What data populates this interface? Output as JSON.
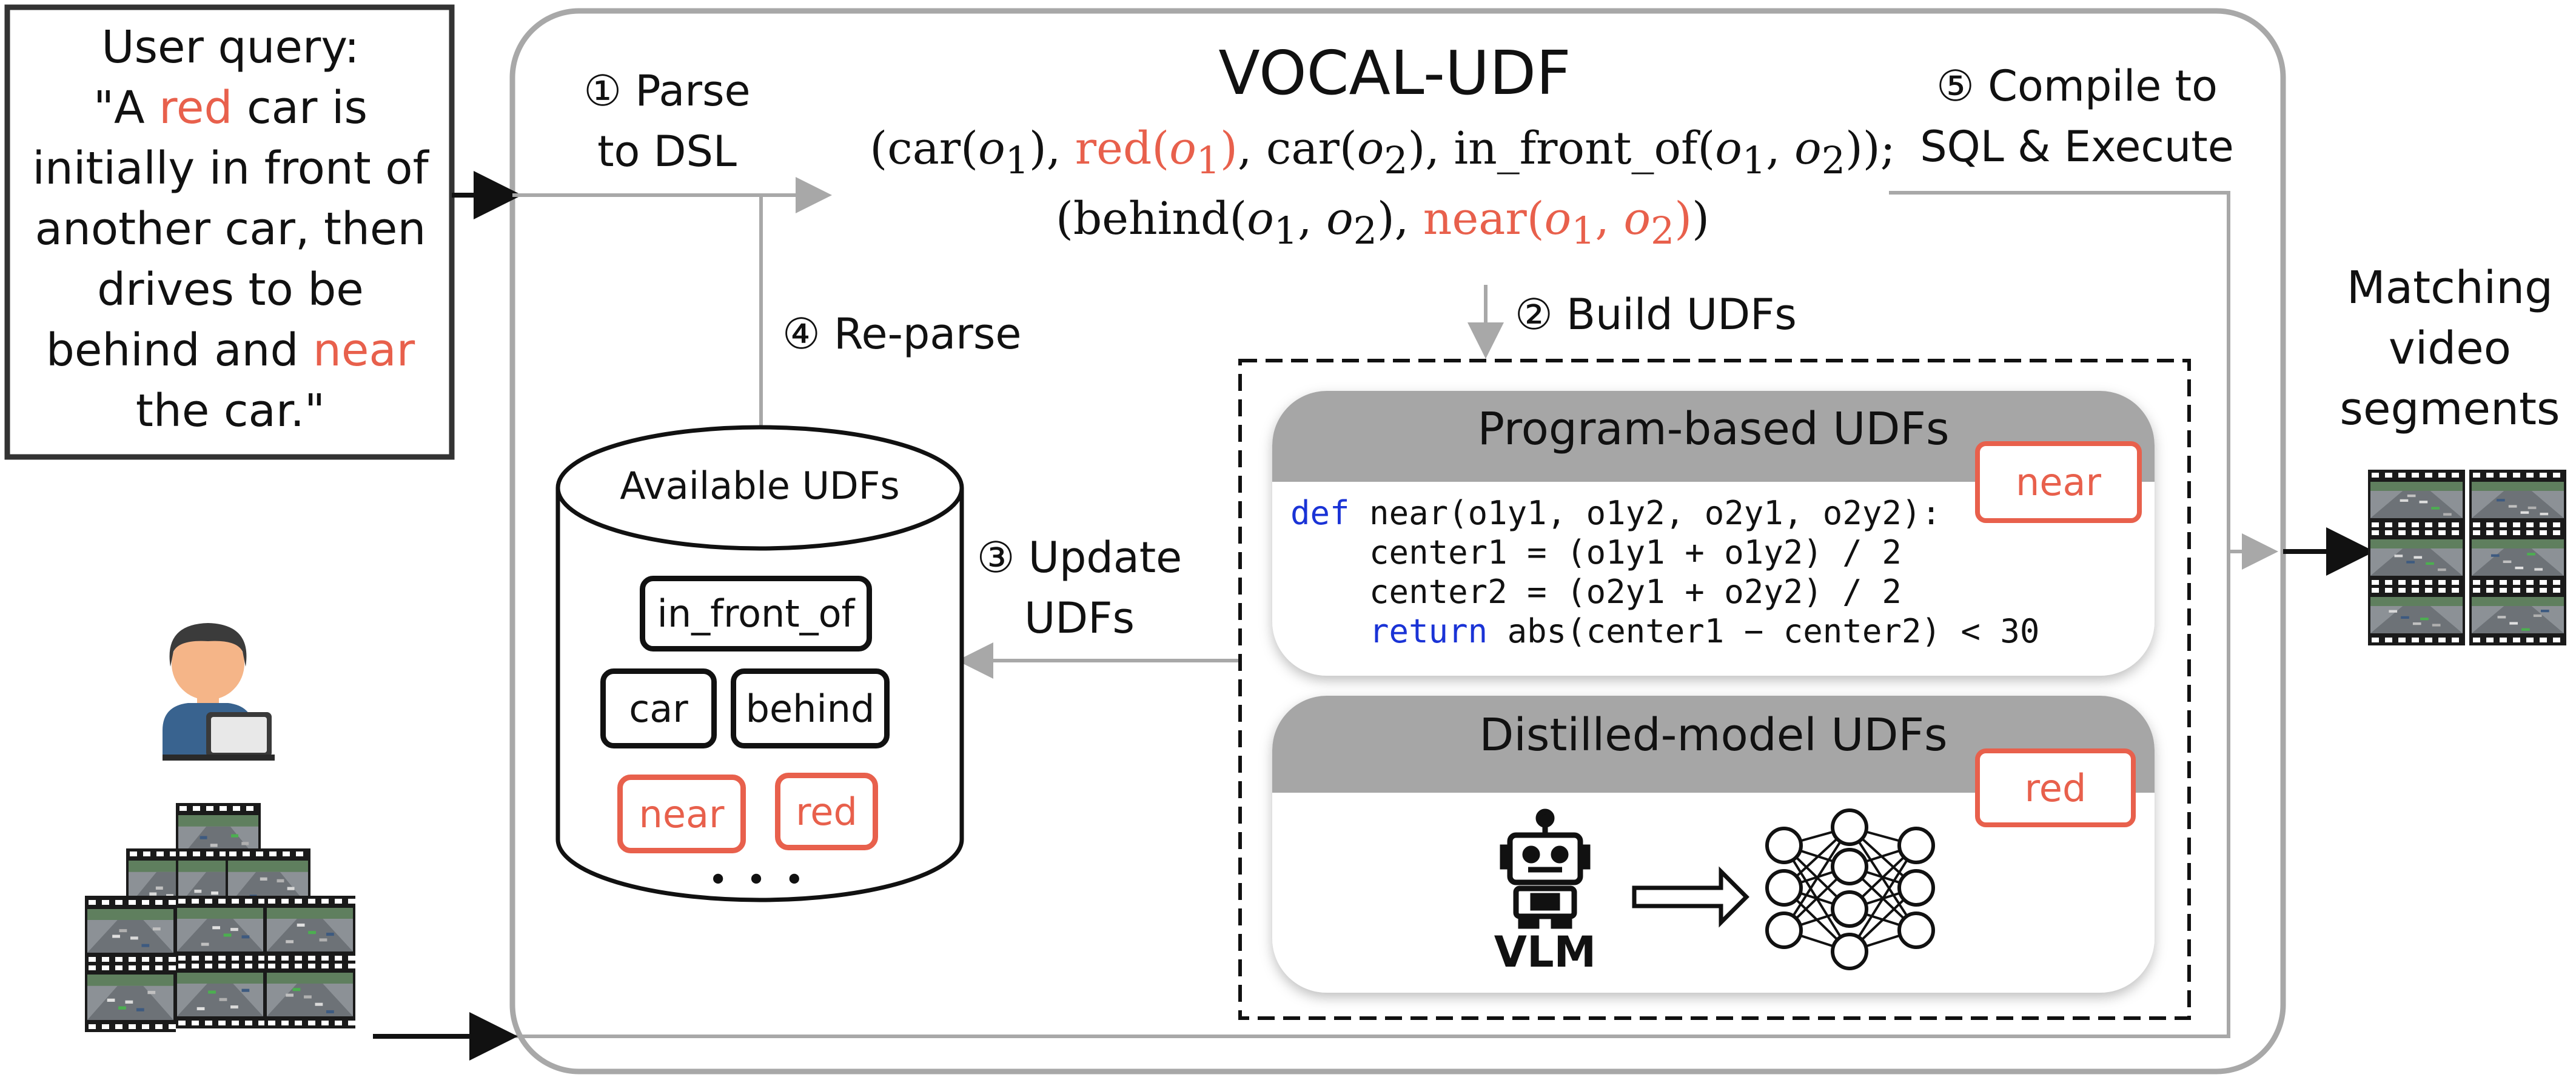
{
  "query": {
    "title": "User query:",
    "line1_pre": "\"A ",
    "line1_red": "red",
    "line1_post": " car is",
    "line2": "initially in front of",
    "line3": "another car, then",
    "line4": "drives to be",
    "line5_pre": "behind and ",
    "line5_red": "near",
    "line6": "the car.\""
  },
  "system": {
    "title": "VOCAL-UDF",
    "dsl_line1": {
      "part1": "(car(",
      "o1": "o",
      "o1_sub": "1",
      "part2": "), ",
      "red": "red(",
      "red_o": "o",
      "red_sub": "1",
      "red_close": ")",
      "part3": ", car(",
      "o2": "o",
      "o2_sub": "2",
      "part4": "), in_front_of(",
      "p4a": "o",
      "p4a_sub": "1",
      "comma": ", ",
      "p4b": "o",
      "p4b_sub": "2",
      "end": "));"
    },
    "dsl_line2": {
      "part1": "(behind(",
      "a": "o",
      "a_sub": "1",
      "comma": ", ",
      "b": "o",
      "b_sub": "2",
      "part2": "), ",
      "near": "near(",
      "c": "o",
      "c_sub": "1",
      "comma2": ", ",
      "d": "o",
      "d_sub": "2",
      "near_close": ")",
      "end": ")"
    }
  },
  "steps": {
    "s1_l1": "① Parse",
    "s1_l2": "to DSL",
    "s2": "②  Build UDFs",
    "s3_l1": "③ Update",
    "s3_l2": "UDFs",
    "s4": "④ Re-parse",
    "s5_l1": "⑤  Compile to",
    "s5_l2": "SQL & Execute"
  },
  "store": {
    "title": "Available UDFs",
    "items": [
      "in_front_of",
      "car",
      "behind",
      "near",
      "red"
    ],
    "more": "• • •"
  },
  "program_udfs": {
    "title": "Program-based UDFs",
    "tag": "near",
    "code": {
      "l1_kw": "def",
      "l1_rest": " near(o1y1, o1y2, o2y1, o2y2):",
      "l2": "    center1 = (o1y1 + o1y2) / 2",
      "l3": "    center2 = (o2y1 + o2y2) / 2",
      "l4_indent": "    ",
      "l4_kw": "return",
      "l4_rest": " abs(center1 − center2) < 30"
    }
  },
  "distilled_udfs": {
    "title": "Distilled-model UDFs",
    "tag": "red",
    "vlm_label": "VLM"
  },
  "output": {
    "l1": "Matching",
    "l2": "video",
    "l3": "segments"
  },
  "colors": {
    "accent_red": "#e8604c",
    "gray_header": "#a6a6a6",
    "arrow_gray": "#a8a8a8",
    "keyword_blue": "#1a33d6"
  }
}
